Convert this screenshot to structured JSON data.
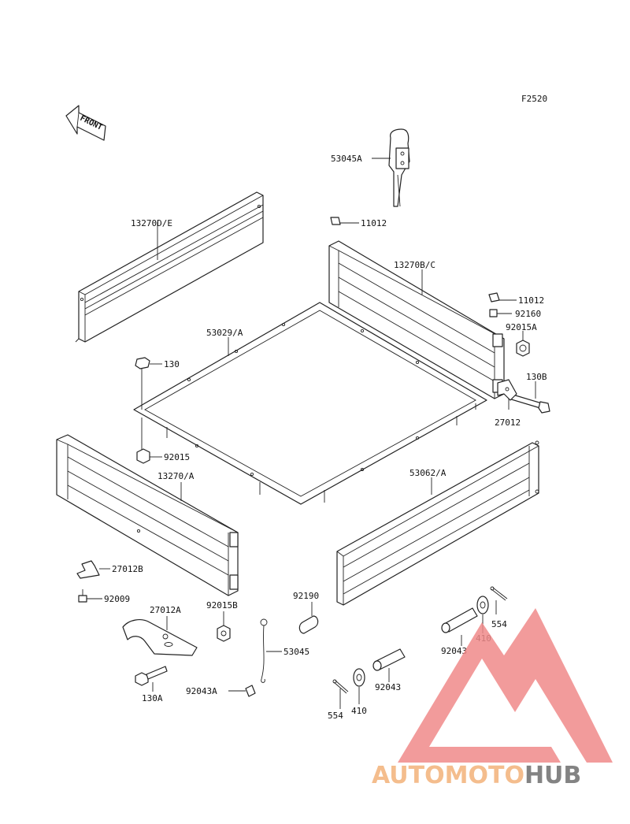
{
  "figure_code": "F2520",
  "front_arrow_label": "FRONT",
  "watermark": {
    "brand_part1": "AUTOMOTO",
    "brand_part2": "HUB",
    "color_part1": "#f3b27a",
    "color_part2": "#6e6e6e",
    "triangle_color": "#f08a8a"
  },
  "callouts": [
    {
      "id": "c-53045A",
      "text": "53045A"
    },
    {
      "id": "c-11012-top",
      "text": "11012"
    },
    {
      "id": "c-13270DE",
      "text": "13270D/E"
    },
    {
      "id": "c-13270BC",
      "text": "13270B/C"
    },
    {
      "id": "c-11012-right",
      "text": "11012"
    },
    {
      "id": "c-92160",
      "text": "92160"
    },
    {
      "id": "c-92015A",
      "text": "92015A"
    },
    {
      "id": "c-53029A",
      "text": "53029/A"
    },
    {
      "id": "c-130",
      "text": "130"
    },
    {
      "id": "c-130B",
      "text": "130B"
    },
    {
      "id": "c-27012",
      "text": "27012"
    },
    {
      "id": "c-92015",
      "text": "92015"
    },
    {
      "id": "c-13270A",
      "text": "13270/A"
    },
    {
      "id": "c-53062A",
      "text": "53062/A"
    },
    {
      "id": "c-27012B",
      "text": "27012B"
    },
    {
      "id": "c-92009",
      "text": "92009"
    },
    {
      "id": "c-27012A",
      "text": "27012A"
    },
    {
      "id": "c-92015B",
      "text": "92015B"
    },
    {
      "id": "c-92190",
      "text": "92190"
    },
    {
      "id": "c-554-right",
      "text": "554"
    },
    {
      "id": "c-92043-right",
      "text": "92043"
    },
    {
      "id": "c-410-right",
      "text": "410"
    },
    {
      "id": "c-53045",
      "text": "53045"
    },
    {
      "id": "c-130A",
      "text": "130A"
    },
    {
      "id": "c-92043A",
      "text": "92043A"
    },
    {
      "id": "c-92043-mid",
      "text": "92043"
    },
    {
      "id": "c-554-left",
      "text": "554"
    },
    {
      "id": "c-410-left",
      "text": "410"
    }
  ]
}
